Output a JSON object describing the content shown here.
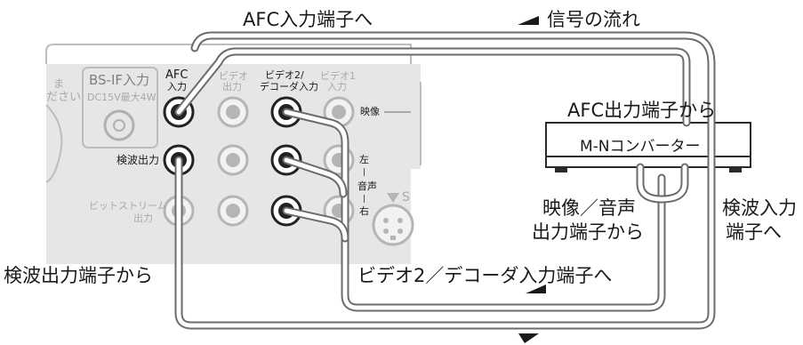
{
  "labels": {
    "afc_input_to": "AFC入力端子へ",
    "signal_flow": "信号の流れ",
    "afc_output_from": "AFC出力端子から",
    "converter": "M-Nコンバーター",
    "video_audio_out_line1": "映像／音声",
    "video_audio_out_line2": "出力端子から",
    "detect_input_line1": "検波入力",
    "detect_input_line2": "端子へ",
    "detect_output_from": "検波出力端子から",
    "video2_input_to": "ビデオ2／デコーダ入力端子へ"
  },
  "panel": {
    "bs_if": "BS-IF入力",
    "dc_note": "DC15V最大4W",
    "left_cut_1": "ま",
    "left_cut_2": "ださい",
    "afc_in_1": "AFC",
    "afc_in_2": "入力",
    "video_out_1": "ビデオ",
    "video_out_2": "出力",
    "video2_1": "ビデオ2/",
    "video2_2": "デコーダ入力",
    "video1_1": "ビデオ1",
    "video1_2": "入力",
    "video_jack": "映像",
    "detect_out": "検波出力",
    "bitstream_1": "ビットストリーム",
    "bitstream_2": "出力",
    "left_ch": "左",
    "dash1": "|",
    "audio_ch": "音声",
    "dash2": "|",
    "right_ch": "右",
    "s_label": "S"
  },
  "colors": {
    "panel_bg": "#e6e6e6",
    "panel_line": "#bdbdbd",
    "cable": "#6b6b6b",
    "text": "#1a1a1a"
  }
}
